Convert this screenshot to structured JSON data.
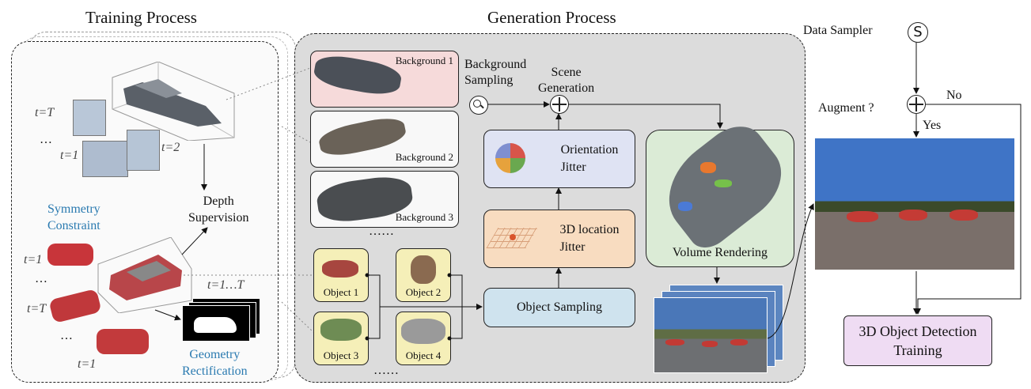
{
  "titles": {
    "training": "Training Process",
    "generation": "Generation Process"
  },
  "training": {
    "t_T_top": "t=T",
    "dots_top": "…",
    "t_1_top": "t=1",
    "t_2": "t=2",
    "depth_supervision": [
      "Depth",
      "Supervision"
    ],
    "symmetry_constraint": [
      "Symmetry",
      "Constraint"
    ],
    "t_1_a": "t=1",
    "dots_mid": "…",
    "t_T_mid": "t=T",
    "dots_low": "…",
    "t_1_b": "t=1",
    "t_range": "t=1…T",
    "geometry_rectification": [
      "Geometry",
      "Rectification"
    ]
  },
  "generation": {
    "backgrounds": [
      "Background 1",
      "Background 2",
      "Background 3"
    ],
    "bg_ellipsis": "……",
    "objects": [
      "Object 1",
      "Object 2",
      "Object 3",
      "Object 4"
    ],
    "obj_ellipsis": "……",
    "background_sampling": [
      "Background",
      "Sampling"
    ],
    "scene_generation": [
      "Scene",
      "Generation"
    ],
    "orientation_jitter": [
      "Orientation",
      "Jitter"
    ],
    "location_jitter": [
      "3D location",
      "Jitter"
    ],
    "object_sampling": "Object Sampling",
    "volume_rendering": "Volume Rendering"
  },
  "right": {
    "data_sampler": "Data Sampler",
    "augment": "Augment ?",
    "no": "No",
    "yes": "Yes",
    "detection_training": [
      "3D Object Detection",
      "Training"
    ]
  },
  "colors": {
    "background_box": "#f6dada",
    "object_box": "#f5efb8",
    "orientation_box": "#dfe3f3",
    "location_box": "#f8dcc0",
    "object_sampling_box": "#cfe3ee",
    "volume_rendering_box": "#dbebd6",
    "detection_box": "#efdcf3",
    "label_blue": "#2a7ab0"
  }
}
